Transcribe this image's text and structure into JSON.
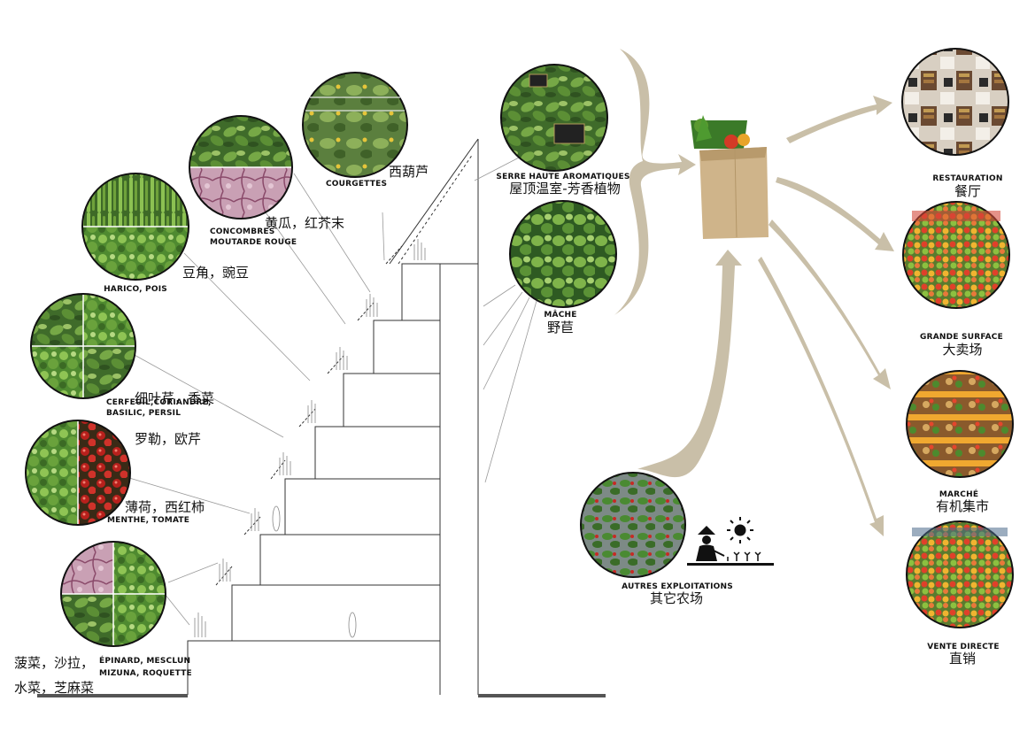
{
  "colors": {
    "arrow": "#c9bfa8",
    "line": "#9a9a9a",
    "ground": "#555555",
    "bag": "#cfb48a"
  },
  "crops": [
    {
      "fr": "ÉPINARD, MESCLUN\nMIZUNA, ROQUETTE",
      "zh": "菠菜，沙拉，\n水菜，芝麻菜"
    },
    {
      "fr": "MENTHE, TOMATE",
      "zh": "薄荷，西红柿"
    },
    {
      "fr": "CERFEUIL,CORIANDRE,\nBASILIC, PERSIL",
      "zh": "细叶芹，香菜\n罗勒，欧芹"
    },
    {
      "fr": "HARICO, POIS",
      "zh": "豆角，豌豆"
    },
    {
      "fr": "CONCOMBRES\nMOUTARDE ROUGE",
      "zh": "黄瓜，红芥末"
    },
    {
      "fr": "COURGETTES",
      "zh": "西葫芦"
    }
  ],
  "greenhouse": [
    {
      "fr": "SERRE HAUTE AROMATIQUES",
      "zh": "屋顶温室-芳香植物"
    },
    {
      "fr": "MÂCHE",
      "zh": "野苣"
    }
  ],
  "farms": {
    "fr": "AUTRES EXPLOITATIONS",
    "zh": "其它农场"
  },
  "outlets": [
    {
      "fr": "RESTAURATION",
      "zh": "餐厅"
    },
    {
      "fr": "GRANDE SURFACE",
      "zh": "大卖场"
    },
    {
      "fr": "MARCHÉ",
      "zh": "有机集市"
    },
    {
      "fr": "VENTE DIRECTE",
      "zh": "直销"
    }
  ]
}
